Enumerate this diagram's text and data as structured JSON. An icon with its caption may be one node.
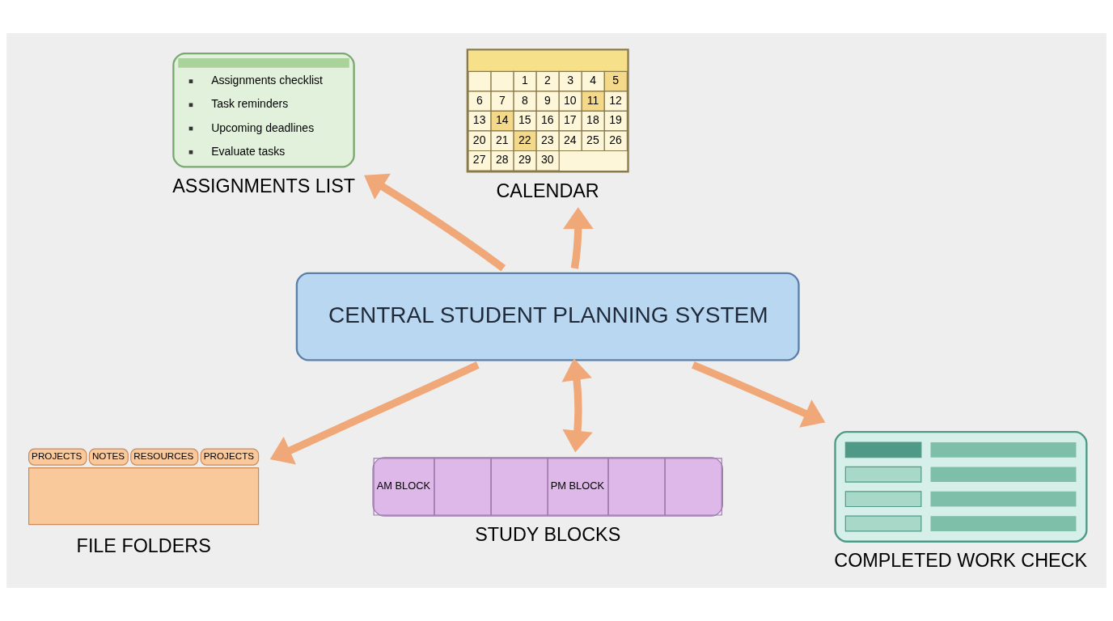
{
  "diagram": {
    "nodes": [
      {
        "text": [
          "CENTRAL STUDENT PLANNING SYSTEM"
        ]
      },
      {
        "text": [
          "Assignments checklist",
          "Task reminders",
          "Upcoming deadlines",
          "Evaluate tasks",
          "ASSIGNMENTS LIST"
        ]
      },
      {
        "text": [
          "1",
          "2",
          "3",
          "4",
          "5",
          "6",
          "7",
          "8",
          "9",
          "10",
          "11",
          "12",
          "13",
          "14",
          "15",
          "16",
          "17",
          "18",
          "19",
          "20",
          "21",
          "22",
          "23",
          "24",
          "25",
          "26",
          "27",
          "28",
          "29",
          "30",
          "CALENDAR"
        ]
      },
      {
        "text": [
          "PROJECTS",
          "NOTES",
          "RESOURCES",
          "PROJECTS",
          "FILE FOLDERS"
        ]
      },
      {
        "text": [
          "AM BLOCK",
          "PM BLOCK",
          "STUDY BLOCKS"
        ]
      },
      {
        "text": [
          "COMPLETED WORK CHECK"
        ]
      }
    ],
    "edges": [
      {
        "from": 0,
        "to": 1,
        "arrow": "to"
      },
      {
        "from": 0,
        "to": 2,
        "arrow": "to"
      },
      {
        "from": 0,
        "to": 3,
        "arrow": "to"
      },
      {
        "from": 0,
        "to": 4,
        "arrow": "both"
      },
      {
        "from": 0,
        "to": 5,
        "arrow": "to"
      }
    ]
  }
}
